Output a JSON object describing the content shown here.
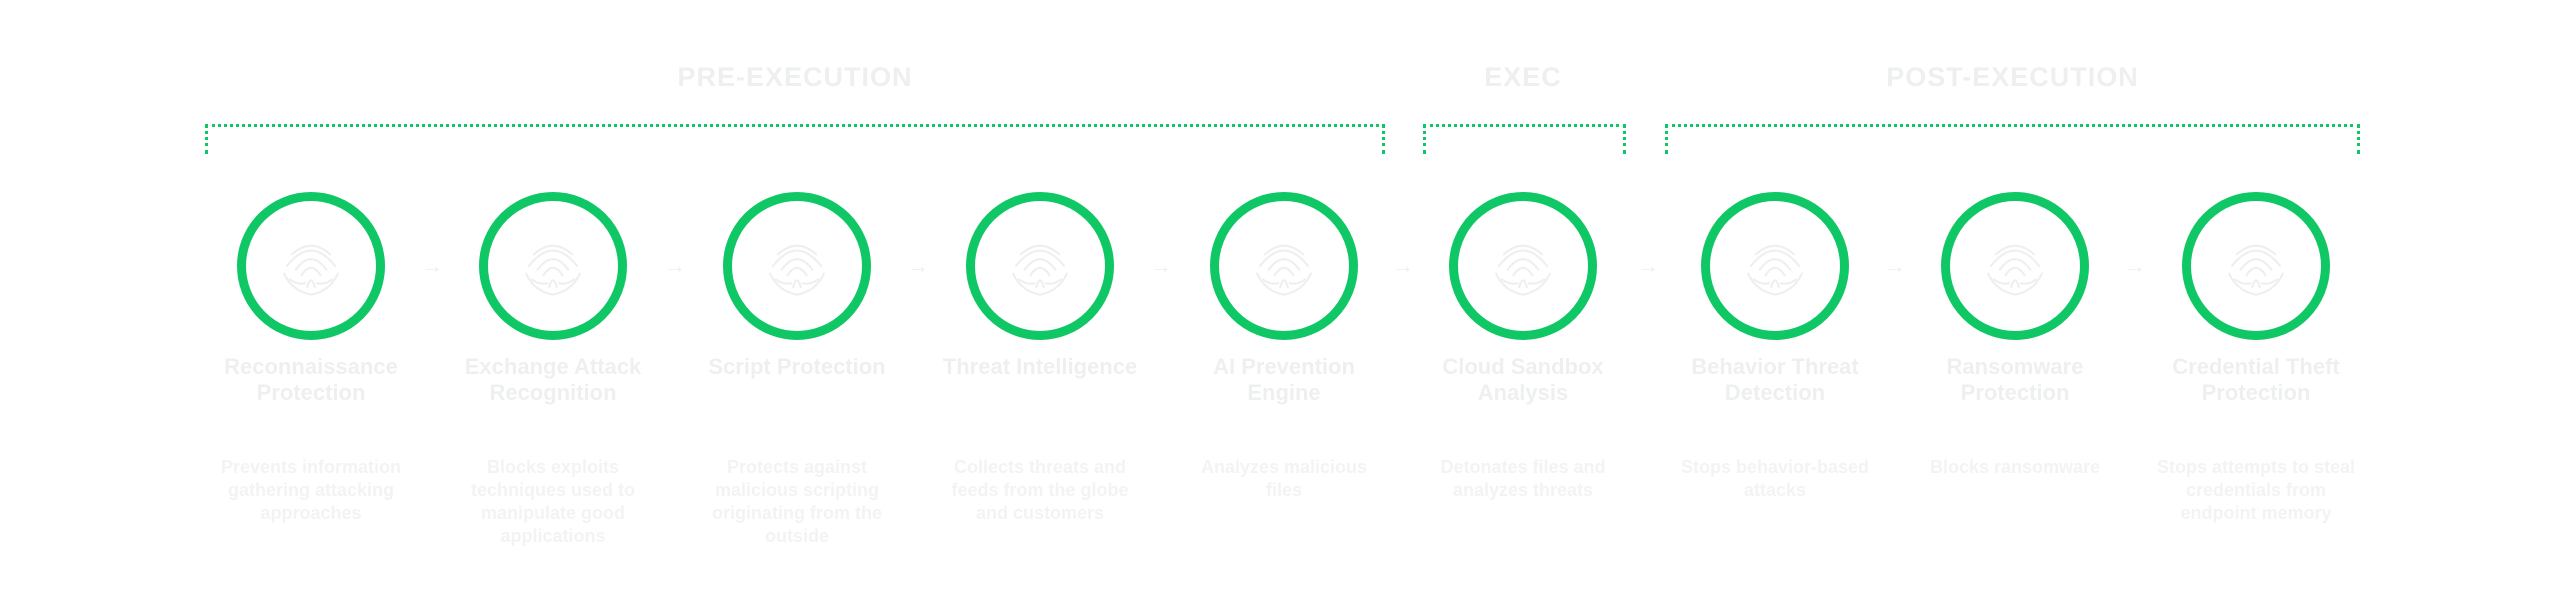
{
  "phases": [
    {
      "label": "PRE-EXECUTION"
    },
    {
      "label": "EXEC"
    },
    {
      "label": "POST-EXECUTION"
    }
  ],
  "steps": [
    {
      "title": "Reconnaissance Protection",
      "desc": "Prevents information gathering attacking approaches",
      "icon": "fingerprint-icon"
    },
    {
      "title": "Exchange Attack Recognition",
      "desc": "Blocks exploits techniques used to manipulate good applications",
      "icon": "fingerprint-icon"
    },
    {
      "title": "Script Protection",
      "desc": "Protects against malicious scripting originating from the outside",
      "icon": "fingerprint-icon"
    },
    {
      "title": "Threat Intelligence",
      "desc": "Collects threats and feeds from the globe and customers",
      "icon": "fingerprint-icon"
    },
    {
      "title": "AI Prevention Engine",
      "desc": "Analyzes malicious files",
      "icon": "fingerprint-icon"
    },
    {
      "title": "Cloud Sandbox Analysis",
      "desc": "Detonates files and analyzes threats",
      "icon": "fingerprint-icon"
    },
    {
      "title": "Behavior Threat Detection",
      "desc": "Stops behavior-based attacks",
      "icon": "fingerprint-icon"
    },
    {
      "title": "Ransomware Protection",
      "desc": "Blocks ransomware",
      "icon": "fingerprint-icon"
    },
    {
      "title": "Credential Theft Protection",
      "desc": "Stops attempts to steal credentials from endpoint memory",
      "icon": "fingerprint-icon"
    }
  ],
  "colors": {
    "accent": "#10c765",
    "text": "#eef0ef",
    "background": "#ffffff"
  }
}
